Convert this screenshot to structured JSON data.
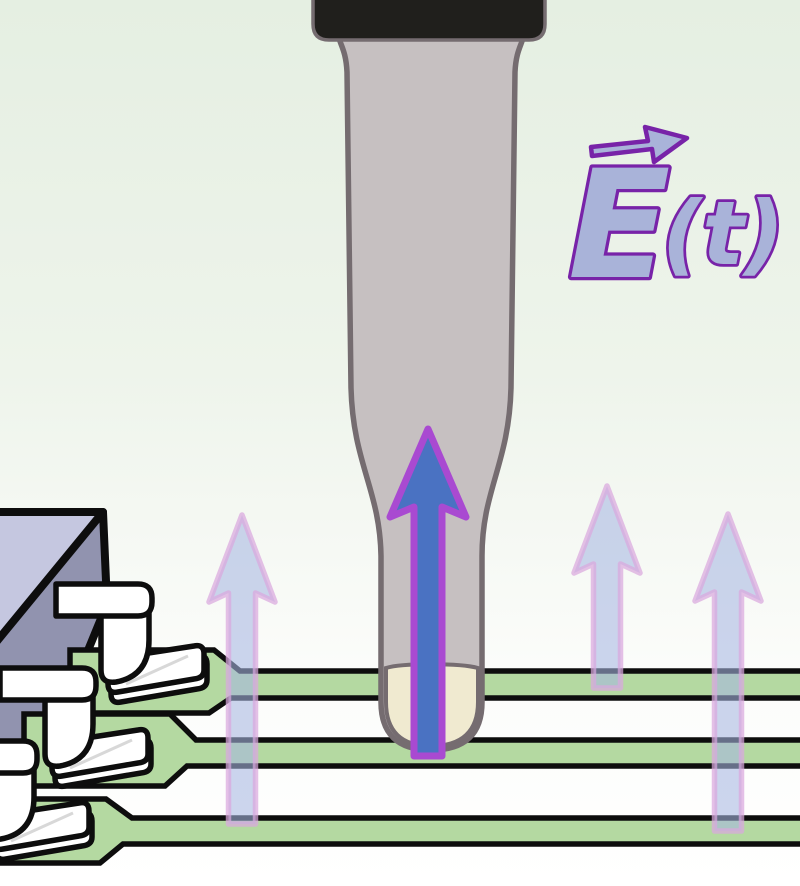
{
  "label": {
    "symbol": "E",
    "time_arg": "(t)",
    "vector_arrow_icon": "right-arrow"
  },
  "colors": {
    "background_top": "#e5efe2",
    "background_mid": "#eef4eb",
    "background_low": "#fbfcfa",
    "background_bottom": "#ffffff",
    "trace_green": "#b4d9a1",
    "outline_black": "#0d0d0d",
    "chip_top_face": "#c5c7e0",
    "chip_side_face": "#9193af",
    "lead_white": "#ffffff",
    "lead_highlight": "#d8d8d8",
    "probe_cap": "#201f1c",
    "probe_shaft": "#c6c0c1",
    "probe_outline": "#756c70",
    "probe_tip_cream": "#f0ead0",
    "field_arrow_fill": "#a7b7e2",
    "field_arrow_outline": "#d9a8de",
    "center_arrow_fill": "#4a72c2",
    "center_arrow_outline": "#a94ad1",
    "label_fill": "#a9b3d9",
    "label_outline": "#7823a8"
  }
}
